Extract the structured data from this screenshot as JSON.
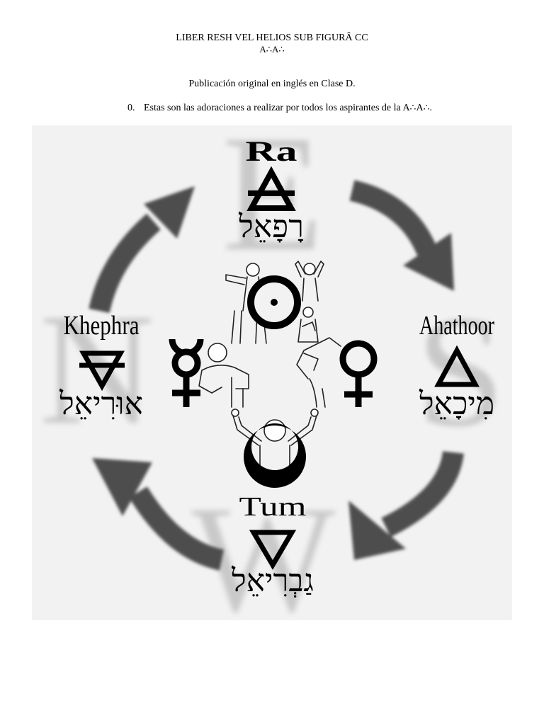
{
  "header": {
    "title": "LIBER RESH VEL HELIOS SUB FIGURÂ CC",
    "order": "A∴A∴",
    "publication": "Publicación original en inglés en Clase D.",
    "item_number": "0.",
    "item_text": "Estas son las adoraciones a realizar por todos los aspirantes de la A∴A∴."
  },
  "diagram": {
    "background": "#f2f2f2",
    "letter_color": "#c9c9c9",
    "arrow_color": "#4d4d4d",
    "arrow_icon": "curved-arrow-clockwise-icon",
    "directions": {
      "east": "E",
      "north": "N",
      "south": "S",
      "west": "W"
    },
    "ra": {
      "name": "Ra",
      "element_icon": "air-triangle-icon",
      "hebrew": "רָפָאֵל"
    },
    "khephra": {
      "name": "Khephra",
      "element_icon": "earth-triangle-icon",
      "hebrew": "אוּרִיאֵל"
    },
    "ahathoor": {
      "name": "Ahathoor",
      "element_icon": "fire-triangle-icon",
      "hebrew": "מִיכָאֵל"
    },
    "tum": {
      "name": "Tum",
      "element_icon": "water-triangle-icon",
      "hebrew": "גַבְרִיאֵל"
    },
    "planet_icons": [
      "sun-icon",
      "mercury-icon",
      "venus-icon",
      "moon-icon"
    ]
  }
}
